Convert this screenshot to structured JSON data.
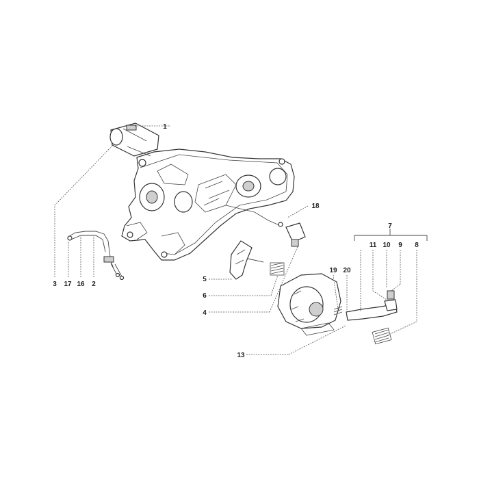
{
  "diagram": {
    "callouts": [
      "1",
      "18",
      "7",
      "11",
      "10",
      "9",
      "8",
      "3",
      "17",
      "16",
      "2",
      "5",
      "6",
      "4",
      "19",
      "20",
      "13"
    ]
  },
  "colors": {
    "line": "#333333",
    "background": "#ffffff",
    "shade": "#cfcfcf"
  }
}
